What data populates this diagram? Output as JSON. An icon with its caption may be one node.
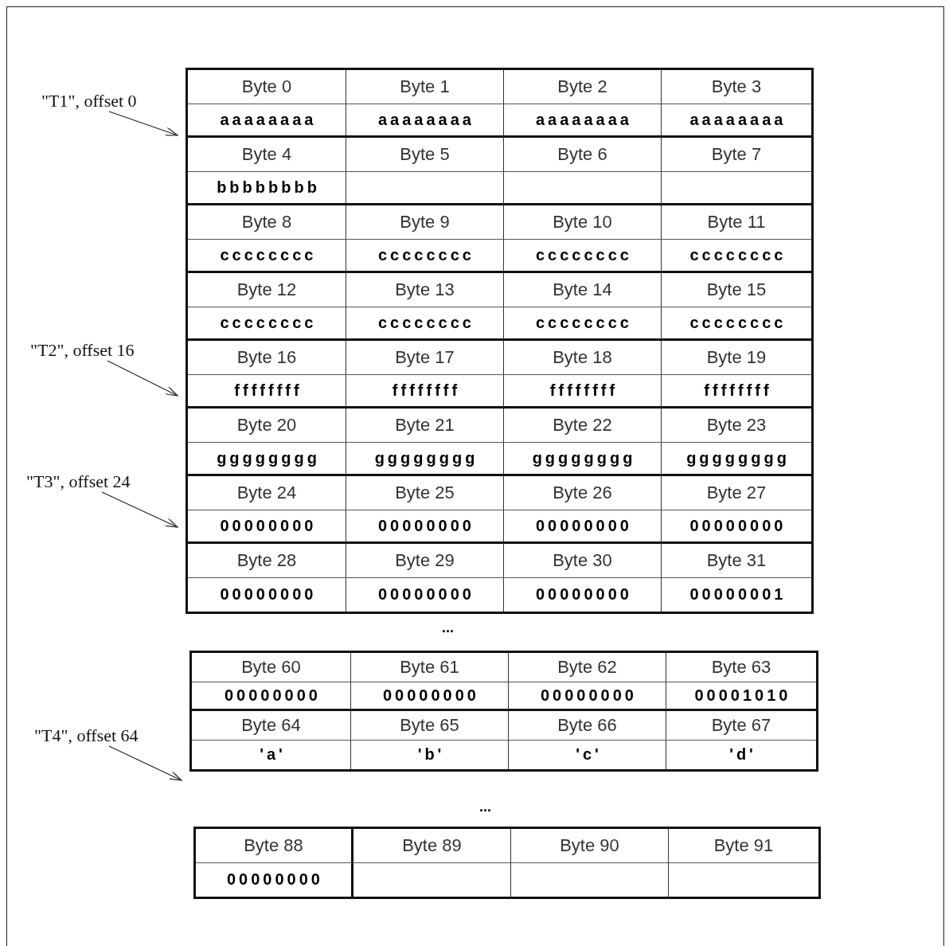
{
  "diagram": {
    "nodes": [
      {
        "text": [
          "\"T1\", offset 0"
        ]
      },
      {
        "text": [
          "\"T2\", offset 16"
        ]
      },
      {
        "text": [
          "\"T3\", offset 24"
        ]
      },
      {
        "text": [
          "\"T4\", offset 64"
        ]
      },
      {
        "text": [],
        "shape": "box"
      },
      {
        "text": [],
        "shape": "box"
      },
      {
        "text": [],
        "shape": "box"
      }
    ],
    "edges": [
      {
        "from": 0,
        "to": 4,
        "arrow": "to"
      },
      {
        "from": 1,
        "to": 4,
        "arrow": "to"
      },
      {
        "from": 2,
        "to": 4,
        "arrow": "to"
      },
      {
        "from": 3,
        "to": 5,
        "arrow": "to"
      }
    ],
    "labels": [
      "Byte 0",
      "Byte 1",
      "Byte 2",
      "Byte 3",
      "aaaaaaaa",
      "aaaaaaaa",
      "aaaaaaaa",
      "aaaaaaaa",
      "Byte 4",
      "Byte 5",
      "Byte 6",
      "Byte 7",
      "bbbbbbbb",
      "Byte 8",
      "Byte 9",
      "Byte 10",
      "Byte 11",
      "cccccccc",
      "cccccccc",
      "cccccccc",
      "cccccccc",
      "Byte 12",
      "Byte 13",
      "Byte 14",
      "Byte 15",
      "cccccccc",
      "cccccccc",
      "cccccccc",
      "cccccccc",
      "Byte 16",
      "Byte 17",
      "Byte 18",
      "Byte 19",
      "ffffffff",
      "ffffffff",
      "ffffffff",
      "ffffffff",
      "Byte 20",
      "Byte 21",
      "Byte 22",
      "Byte 23",
      "gggggggg",
      "gggggggg",
      "gggggggg",
      "gggggggg",
      "Byte 24",
      "Byte 25",
      "Byte 26",
      "Byte 27",
      "00000000",
      "00000000",
      "00000000",
      "00000000",
      "Byte 28",
      "Byte 29",
      "Byte 30",
      "Byte 31",
      "00000000",
      "00000000",
      "00000000",
      "00000001",
      "...",
      "Byte 60",
      "Byte 61",
      "Byte 62",
      "Byte 63",
      "00000000",
      "00000000",
      "00000000",
      "00001010",
      "Byte 64",
      "Byte 65",
      "Byte 66",
      "Byte 67",
      "'a'",
      "'b'",
      "'c'",
      "'d'",
      "...",
      "Byte 88",
      "Byte 89",
      "Byte 90",
      "Byte 91",
      "00000000"
    ]
  }
}
